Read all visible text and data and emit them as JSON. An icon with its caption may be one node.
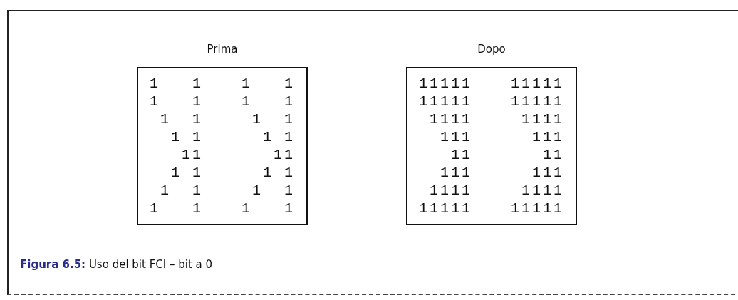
{
  "diagram": {
    "caption": "**Figura 6.5:** Uso del bit FCI – bit a 0",
    "nodes": [
      {
        "text": [
          "Prima",
          "1   1",
          "1   1",
          "1   1",
          "1   1",
          " 1  1",
          " 1  1",
          "  1 1",
          "  1 1",
          "   11",
          "   11",
          "  1 1",
          "  1 1",
          " 1  1",
          " 1  1",
          "1   1",
          "1   1"
        ]
      },
      {
        "text": [
          "Dopo",
          "11111",
          "11111",
          "11111",
          "11111",
          " 1111",
          " 1111",
          "  111",
          "  111",
          "   11",
          "   11",
          "  111",
          "  111",
          " 1111",
          " 1111",
          "11111",
          "11111"
        ]
      }
    ]
  }
}
